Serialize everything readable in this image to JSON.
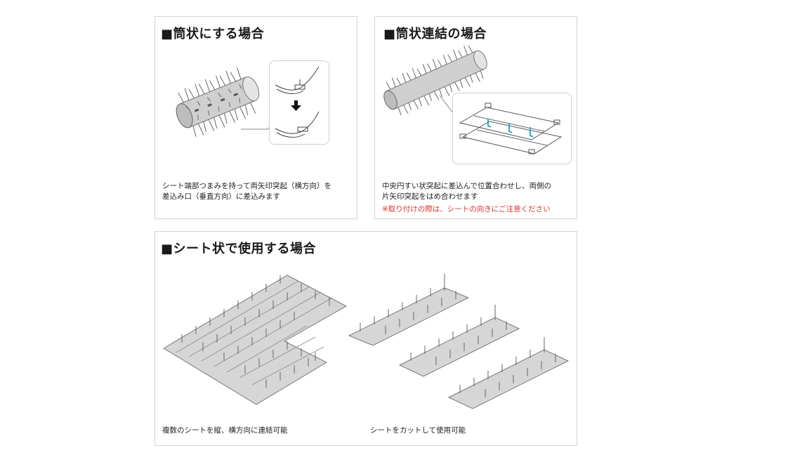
{
  "panels": {
    "tube": {
      "title": "■筒状にする場合",
      "caption_lines": [
        "シート端部つまみを持って両矢印突起（横方向）を",
        "差込み口（垂直方向）に差込みます"
      ]
    },
    "link": {
      "title": "■筒状連結の場合",
      "caption_lines": [
        "中央円すい状突起に差込んで位置合わせし、両側の",
        "片矢印突起をはめ合わせます"
      ],
      "note": "※取り付けの際は、シートの向きにご注意ください",
      "accent_color": "#e0312b",
      "connector_color": "#2aa7d9"
    },
    "sheet": {
      "title": "■シート状で使用する場合",
      "caption_left": "複数のシートを縦、横方向に連結可能",
      "caption_right": "シートをカットして使用可能"
    }
  },
  "icons": {
    "tube_arrow": "arrow-down-icon",
    "spike_roll": "spiked-cylinder-icon",
    "spike_sheet": "spiked-sheet-icon"
  }
}
